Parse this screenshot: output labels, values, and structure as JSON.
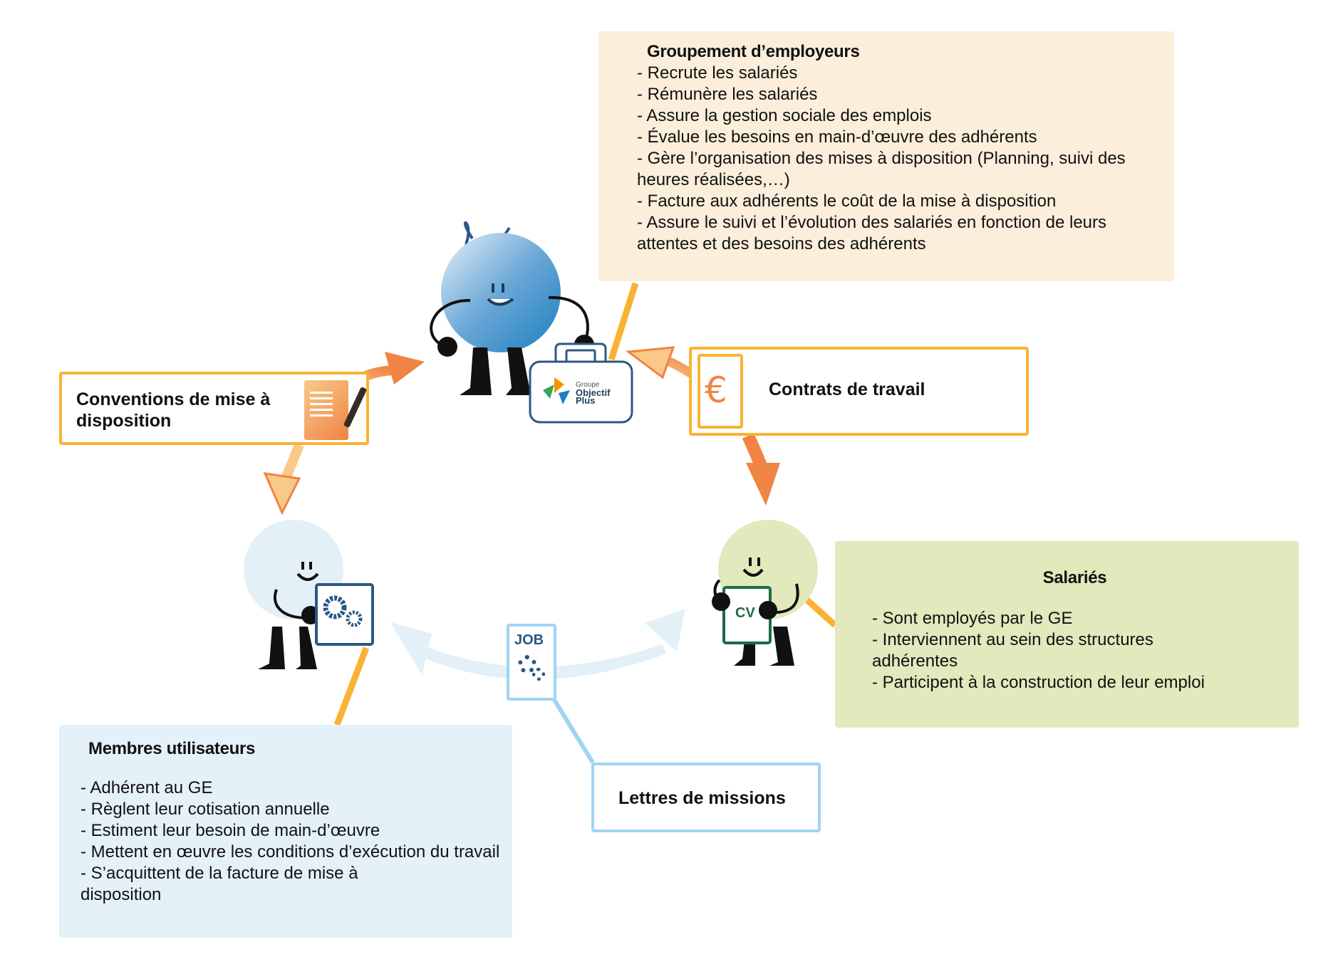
{
  "groupement": {
    "title": "Groupement d’employeurs",
    "items": [
      "- Recrute les salariés",
      "- Rémunère les salariés",
      "- Assure la gestion sociale des emplois",
      "- Évalue les besoins en main-d’œuvre des adhérents",
      "- Gère l’organisation des mises à disposition (Planning, suivi des heures réalisées,…)",
      "- Facture aux adhérents le coût de la mise à disposition",
      "- Assure le suivi et l’évolution des salariés en fonction de leurs attentes et des besoins des adhérents"
    ],
    "bg_color": "#fbeedb"
  },
  "conventions": {
    "label": "Conventions de mise à disposition",
    "icon": "signed-document-icon",
    "border_color": "#f9b233"
  },
  "contrats": {
    "label": "Contrats de travail",
    "icon": "euro-icon",
    "border_color": "#f9b233"
  },
  "salaries": {
    "title": "Salariés",
    "items": [
      "- Sont employés par le GE",
      "- Interviennent au sein des structures adhérentes",
      "- Participent à la construction de leur emploi"
    ],
    "bg_color": "#e1e9bd"
  },
  "membres": {
    "title": "Membres utilisateurs",
    "items": [
      "- Adhérent au GE",
      "- Règlent leur cotisation annuelle",
      "- Estiment leur besoin de main-d’œuvre",
      "- Mettent en œuvre les conditions d’exécution du travail",
      "- S’acquittent de la facture de mise à disposition"
    ],
    "bg_color": "#e4f1f8"
  },
  "lettres": {
    "label": "Lettres de missions",
    "border_color": "#9ed5f2"
  },
  "job_card": {
    "label": "JOB",
    "icon": "gears-icon"
  },
  "cv_card": {
    "label": "CV"
  },
  "briefcase": {
    "logo_small": "Groupe",
    "logo_line1": "Objectif",
    "logo_line2": "Plus"
  },
  "colors": {
    "orange": "#ef8444",
    "orange_light": "#f9c98a",
    "yellow_line": "#f9b233",
    "navy": "#2d5785",
    "blue_arrow": "#e3f0f8",
    "green_dark": "#1e6b45"
  }
}
